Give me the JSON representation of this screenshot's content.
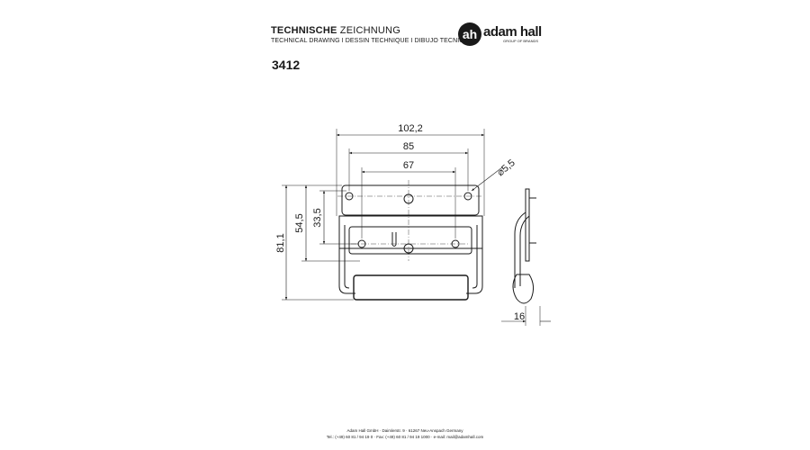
{
  "header": {
    "title_bold": "TECHNISCHE",
    "title_rest": " ZEICHNUNG",
    "subtitle": "TECHNICAL DRAWING I DESSIN TECHNIQUE I DIBUJO TECNICO",
    "article_number": "3412"
  },
  "logo": {
    "mark": "ah",
    "name": "adam hall",
    "tagline": "GROUP OF BRANDS"
  },
  "drawing": {
    "dim_overall_width": "102,2",
    "dim_hole_spacing_outer": "85",
    "dim_hole_spacing_inner": "67",
    "dim_hole_diameter": "⌀5,5",
    "dim_height_total": "81,1",
    "dim_height_plate": "54,5",
    "dim_height_holes": "33,5",
    "dim_depth": "16"
  },
  "footer": {
    "line1": "Adam Hall GmbH · Daimlerstr. 9 · 61267 Neu-Anspach Germany",
    "line2": "Tel.: (+49) 60 81 / 94 19 0 · Fax: (+49) 60 81 / 94 19 1000 · e-mail: mail@adamhall.com"
  }
}
